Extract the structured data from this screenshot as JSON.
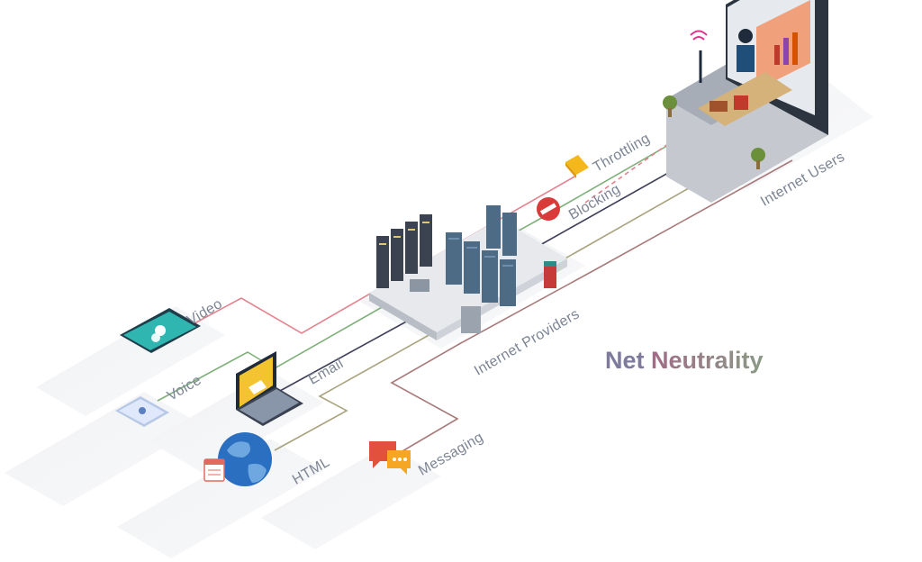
{
  "title": {
    "word1": "Net",
    "word2": "Neutrality",
    "color1": "#7d7a9c",
    "color2": "#a06b86",
    "gradient_end": "#8a9a86"
  },
  "labels": {
    "video": "Video",
    "voice": "Voice",
    "email": "Email",
    "html": "HTML",
    "messaging": "Messaging",
    "internet_providers": "Internet Providers",
    "internet_users": "Internet Users",
    "throttling": "Throttling",
    "blocking": "Blocking"
  },
  "line_colors": {
    "video": "#e3838f",
    "voice": "#7fb07a",
    "email": "#3f3f5a",
    "html": "#a9a37e",
    "messaging": "#a97b7b"
  },
  "icons": {
    "video": "tablet-video-icon",
    "voice": "phone-contact-icon",
    "email": "laptop-email-icon",
    "html": "globe-calendar-icon",
    "messaging": "chat-bubbles-icon",
    "providers": "server-room-icon",
    "users": "laptop-living-room-icon",
    "throttling": "warning-sign-icon",
    "blocking": "no-entry-sign-icon"
  }
}
